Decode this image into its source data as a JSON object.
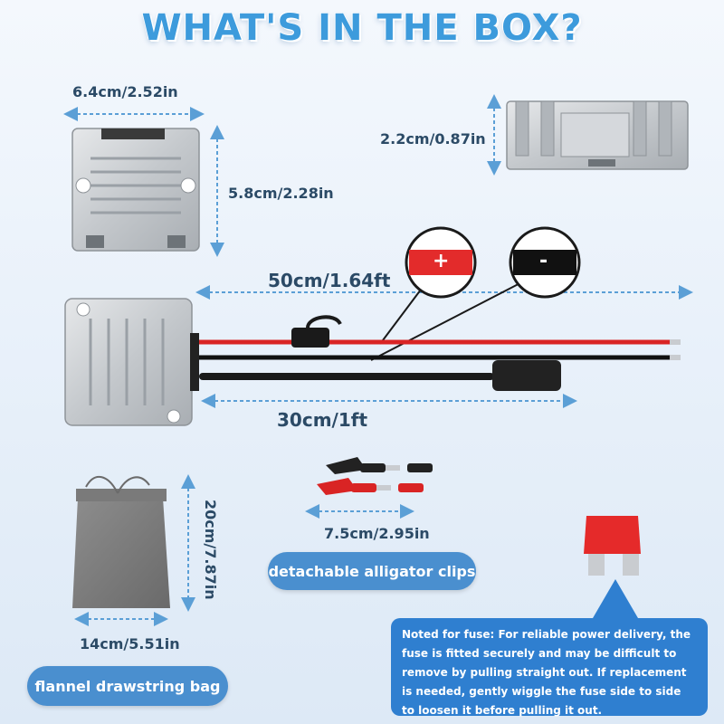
{
  "title": "WHAT'S IN THE BOX?",
  "dimensions": {
    "top_width": "6.4cm/2.52in",
    "top_height": "5.8cm/2.28in",
    "side_height": "2.2cm/0.87in",
    "cable_long": "50cm/1.64ft",
    "cable_short": "30cm/1ft",
    "bag_height": "20cm/7.87in",
    "bag_width": "14cm/5.51in",
    "clip_length": "7.5cm/2.95in"
  },
  "wire_labels": {
    "positive": "+",
    "negative": "-"
  },
  "labels": {
    "clips": "detachable alligator clips",
    "bag": "flannel drawstring bag"
  },
  "note": "Noted for fuse: For reliable power delivery, the fuse is fitted securely and may be difficult to remove by pulling straight out. If replacement is needed, gently wiggle the fuse side to side to loosen it before pulling it out.",
  "colors": {
    "accent": "#3d9bdc",
    "arrow": "#5b9fd6",
    "note_bg": "#2f7fd0",
    "positive": "#e32b2b",
    "negative": "#111111"
  }
}
